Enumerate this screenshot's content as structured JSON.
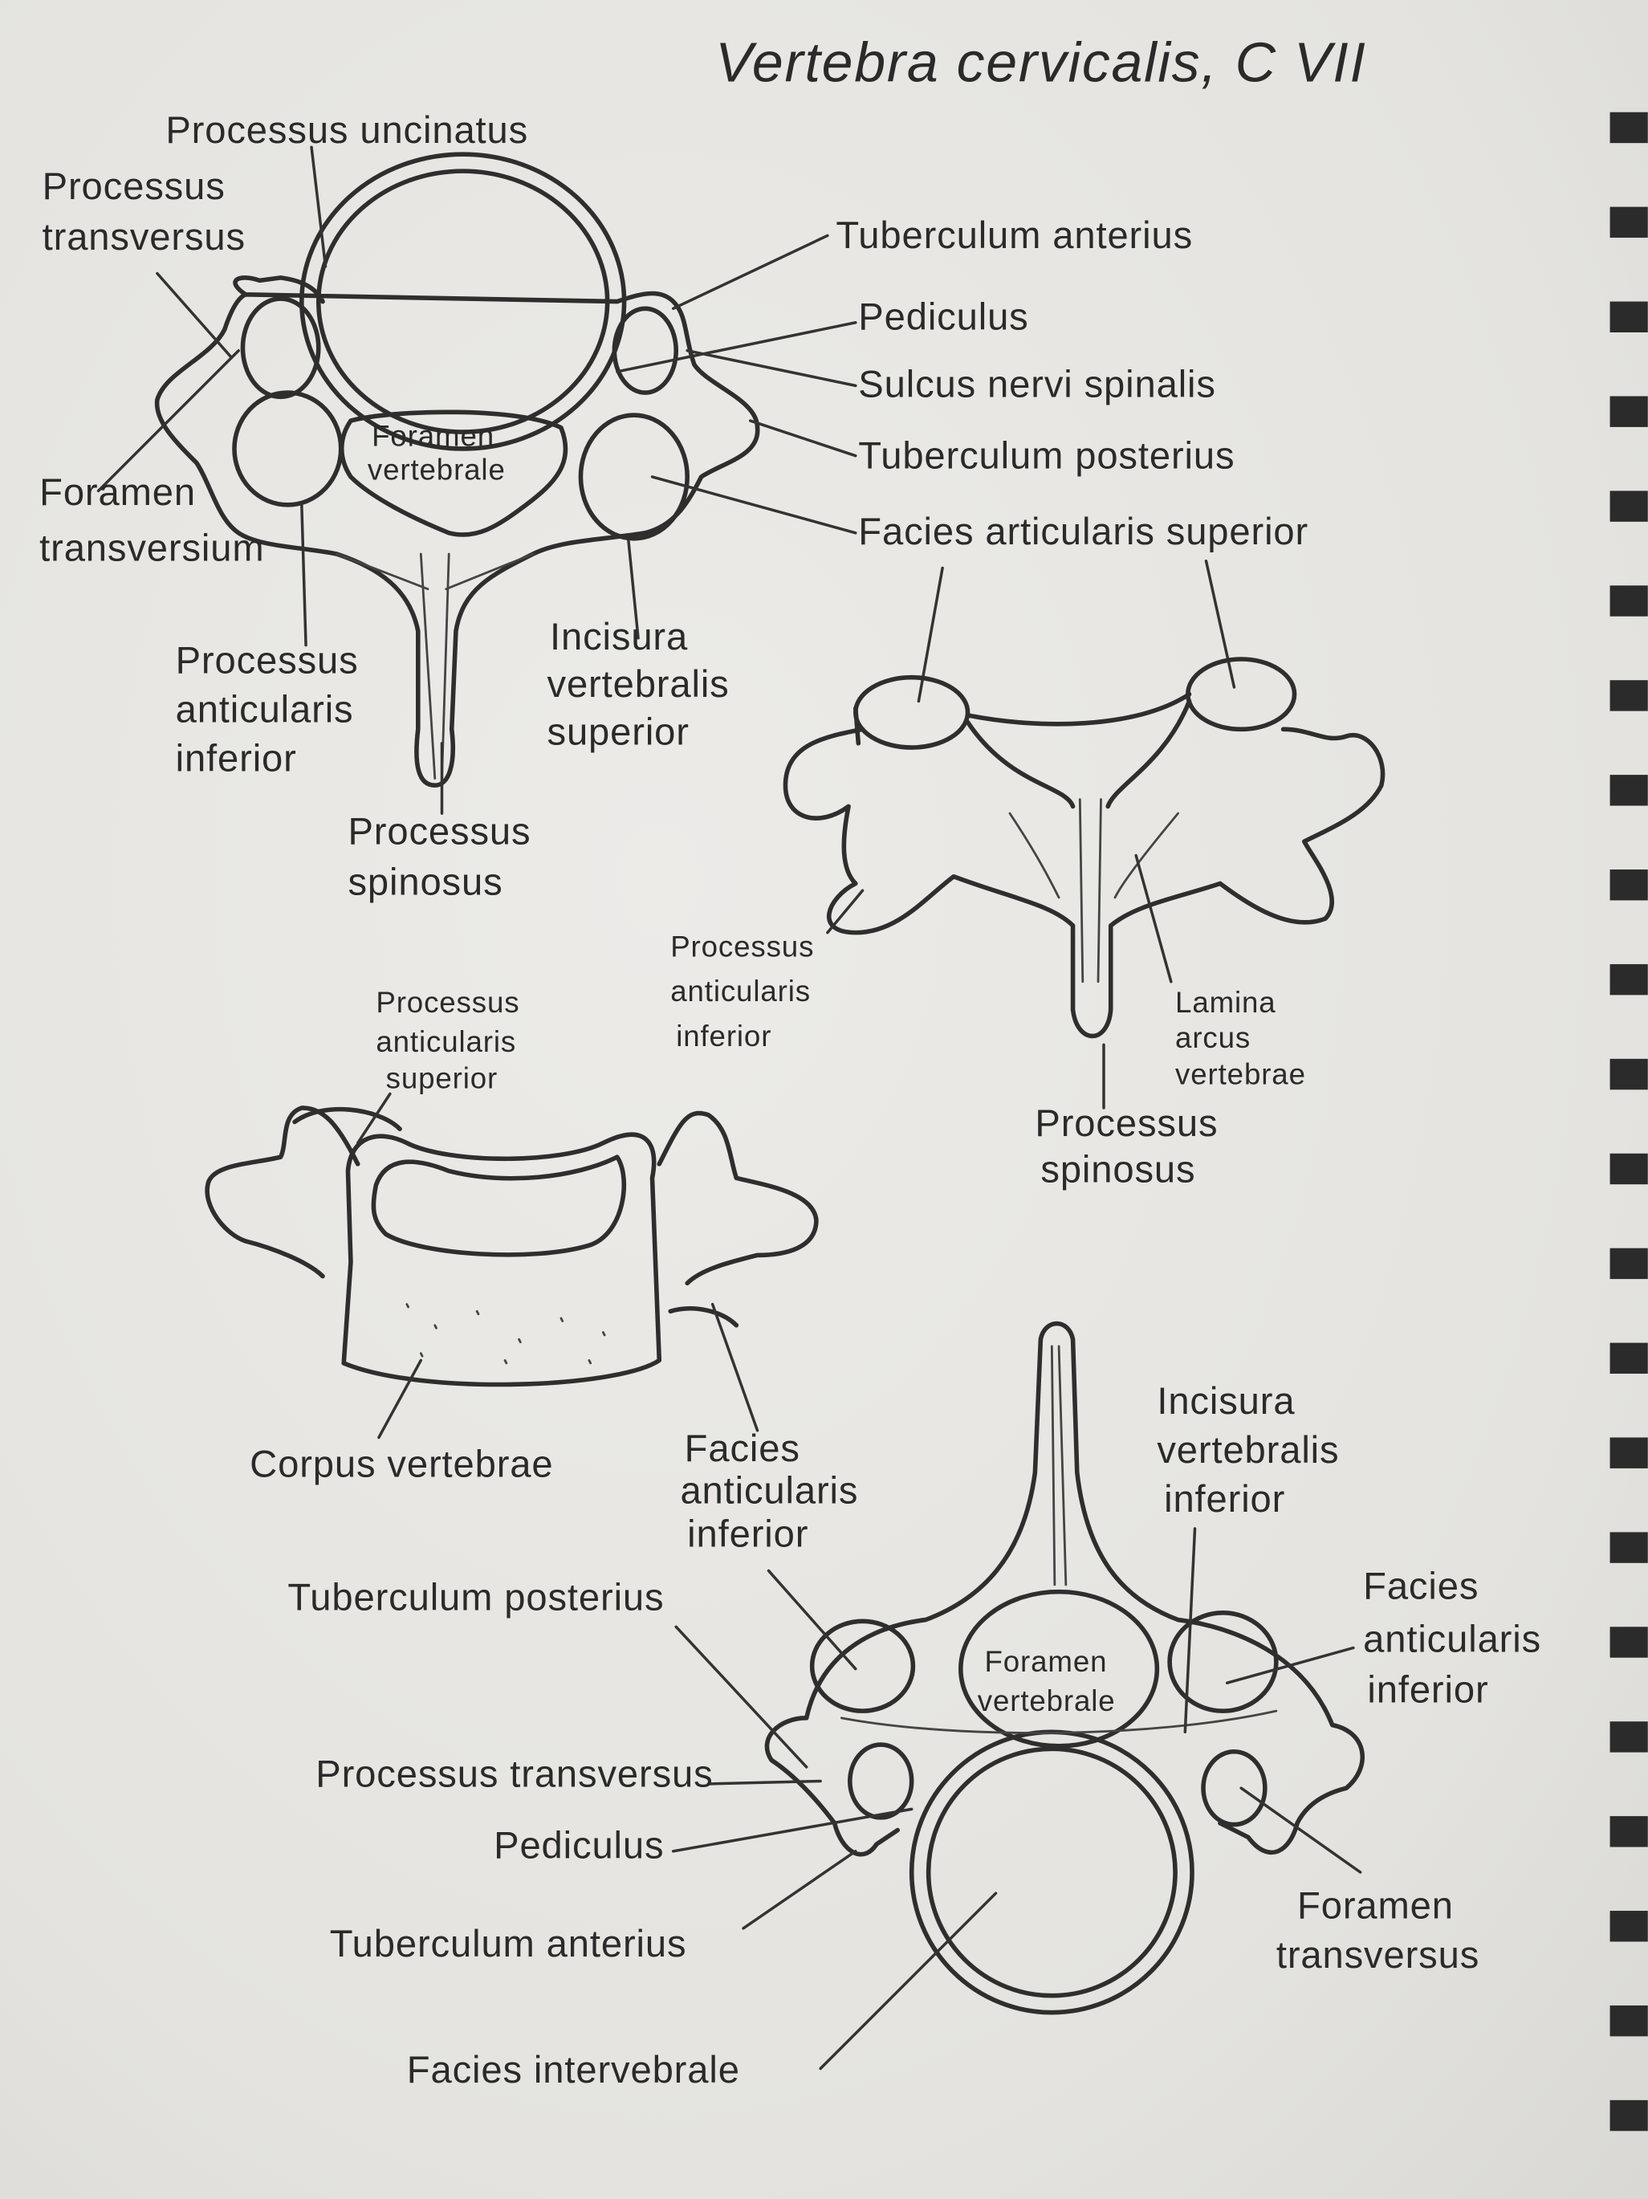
{
  "title": "Vertebra cervicalis, C VII",
  "figure_superior": {
    "processus_uncinatus": "Processus uncinatus",
    "processus_transversus": [
      "Processus",
      "transversus"
    ],
    "foramen_transversium": [
      "Foramen",
      "transversium"
    ],
    "foramen_vertebrale": [
      "Foramen",
      "vertebrale"
    ],
    "processus_articularis_inferior": [
      "Processus",
      "anticularis",
      "inferior"
    ],
    "incisura_vertebralis_superior": [
      "Incisura",
      "vertebralis",
      "superior"
    ],
    "processus_spinosus": [
      "Processus",
      "spinosus"
    ],
    "tuberculum_anterius": "Tuberculum anterius",
    "pediculus": "Pediculus",
    "sulcus_nervi_spinalis": "Sulcus nervi spinalis",
    "tuberculum_posterius": "Tuberculum posterius",
    "facies_articularis_superior": "Facies articularis superior"
  },
  "figure_posterior": {
    "processus_articularis_inferior": [
      "Processus",
      "anticularis",
      "inferior"
    ],
    "lamina_arcus_vertebrae": [
      "Lamina",
      "arcus",
      "vertebrae"
    ],
    "processus_spinosus": [
      "Processus",
      "spinosus"
    ]
  },
  "figure_anterior": {
    "processus_articularis_superior": [
      "Processus",
      "anticularis",
      "superior"
    ],
    "corpus_vertebrae": "Corpus vertebrae",
    "facies_articularis_inferior": [
      "Facies",
      "anticularis",
      "inferior"
    ]
  },
  "figure_inferior": {
    "tuberculum_posterius": "Tuberculum posterius",
    "processus_transversus": "Processus transversus",
    "pediculus": "Pediculus",
    "tuberculum_anterius": "Tuberculum anterius",
    "facies_intervertebralis": "Facies intervebrale",
    "incisura_vertebralis_inferior": [
      "Incisura",
      "vertebralis",
      "inferior"
    ],
    "facies_articularis_inferior": [
      "Facies",
      "anticularis",
      "inferior"
    ],
    "foramen_vertebrale": [
      "Foramen",
      "vertebrale"
    ],
    "foramen_transversus": [
      "Foramen",
      "transversus"
    ]
  }
}
